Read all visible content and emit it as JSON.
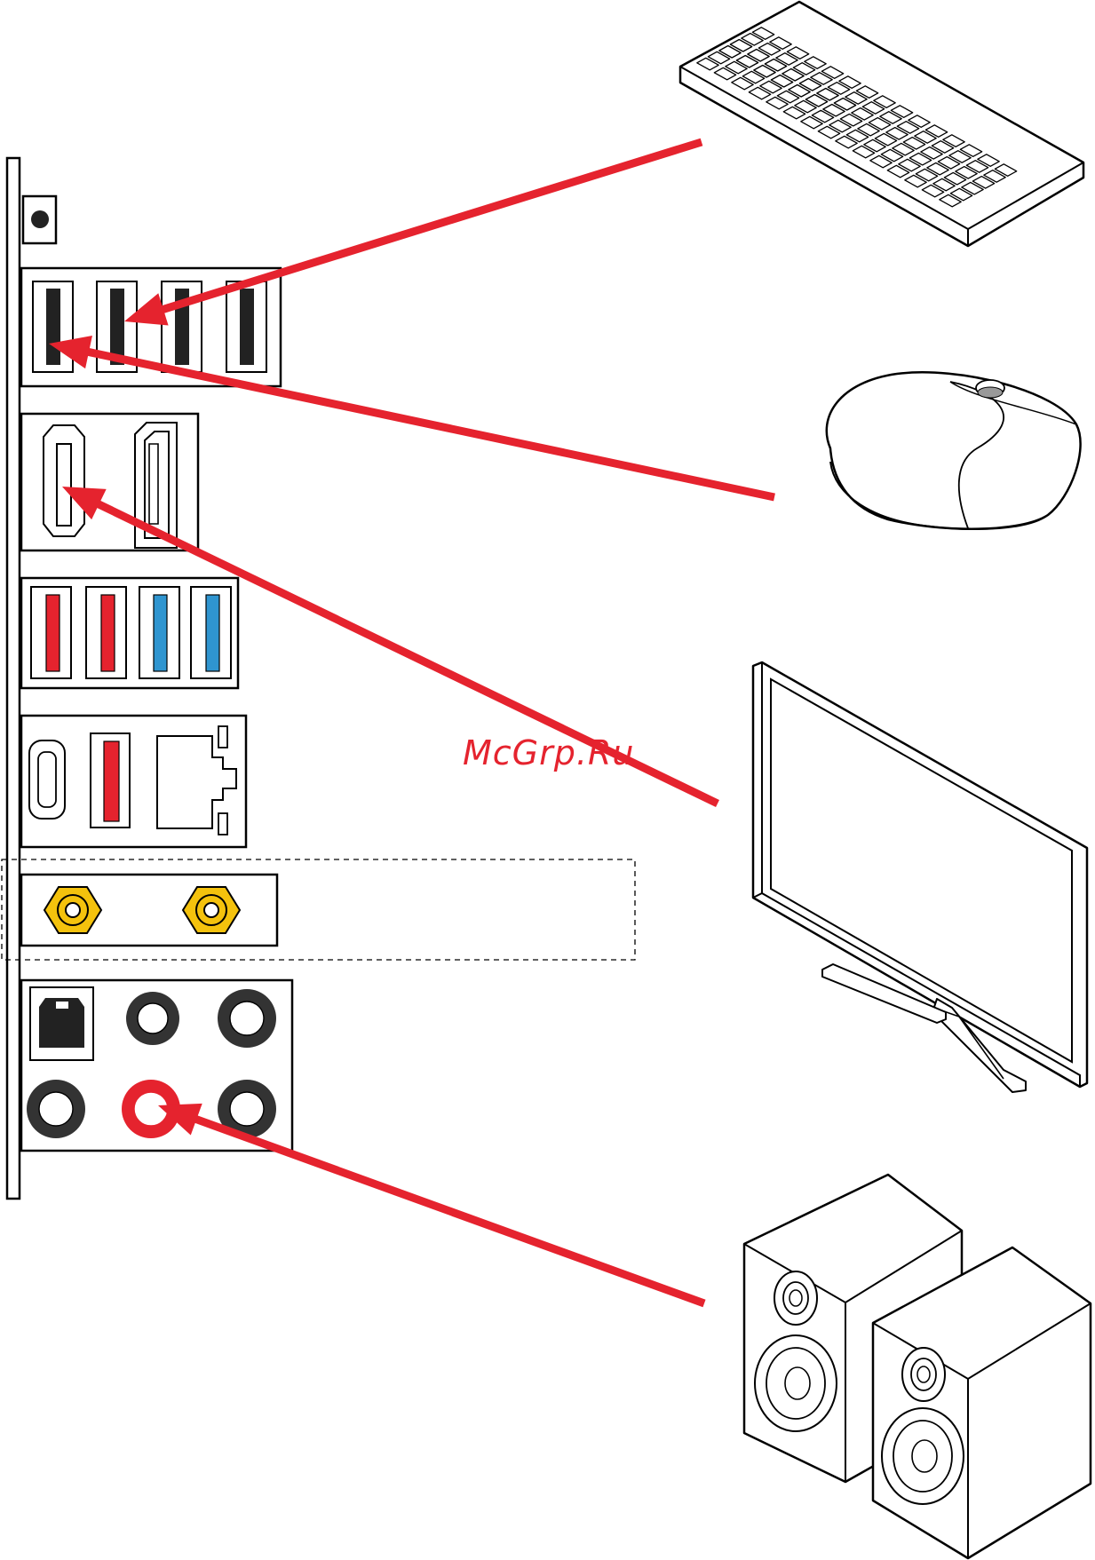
{
  "watermark": {
    "text": "McGrp.Ru"
  },
  "colors": {
    "arrow": "#e5232e",
    "usb3_blue": "#2f95d0",
    "usb_red": "#e5232e",
    "coax_gold": "#f4c20d",
    "line": "#000000",
    "key_fill": "#ffffff",
    "device_fill": "#ffffff"
  },
  "io_panel": {
    "button_icon": "clear-cmos-button-icon",
    "usb2_ports": 4,
    "video_ports": [
      "hdmi-port-icon",
      "displayport-icon"
    ],
    "usb_colored_ports": [
      "red",
      "red",
      "blue",
      "blue"
    ],
    "usb_c_lan_group": [
      "usb-c-port-icon",
      "usb-a-red-port-icon",
      "lan-port-icon"
    ],
    "wifi_antenna_connectors": 2,
    "audio_jacks": [
      "optical-spdif-icon",
      "black",
      "black",
      "black",
      "red",
      "black"
    ]
  },
  "devices": [
    "keyboard-icon",
    "mouse-icon",
    "monitor-icon",
    "speakers-icon"
  ],
  "connections": [
    {
      "from": "keyboard-icon",
      "to": "usb2-port-2"
    },
    {
      "from": "mouse-icon",
      "to": "usb2-port-1"
    },
    {
      "from": "monitor-icon",
      "to": "hdmi-port"
    },
    {
      "from": "speakers-icon",
      "to": "audio-line-out-red"
    }
  ]
}
